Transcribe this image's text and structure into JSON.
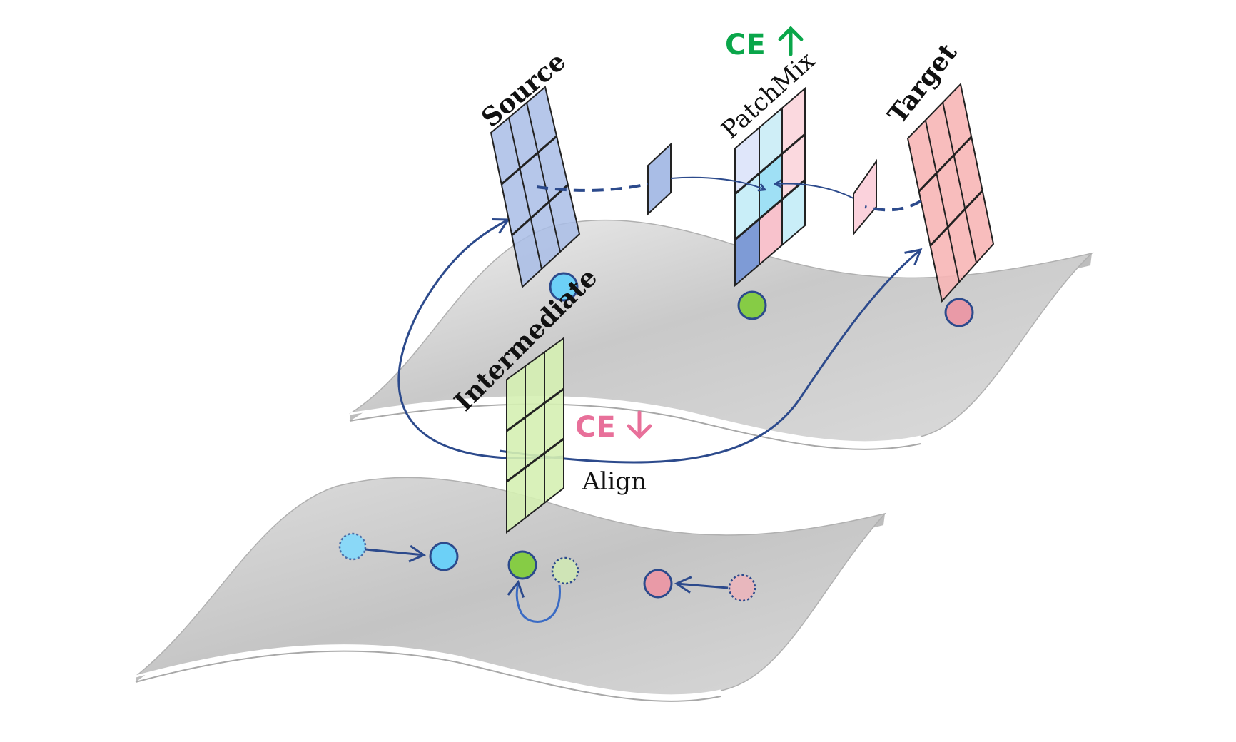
{
  "labels": {
    "source": "Source",
    "target": "Target",
    "patchmix": "PatchMix",
    "intermediate": "Intermediate",
    "align": "Align",
    "ce_up": "CE",
    "ce_down": "CE"
  },
  "colors": {
    "ce_up": "#0aa64a",
    "ce_down": "#e8709a",
    "arrow": "#2c4a8c",
    "source_fill": "#a9bde6",
    "target_fill": "#f7b6b6",
    "intermediate_fill": "#d5efb2",
    "node_blue": "#6cd0f7",
    "node_green": "#86cc45",
    "node_pink": "#e99aa7"
  },
  "icons": {
    "ce_up": "arrow-up-icon",
    "ce_down": "arrow-down-icon"
  }
}
